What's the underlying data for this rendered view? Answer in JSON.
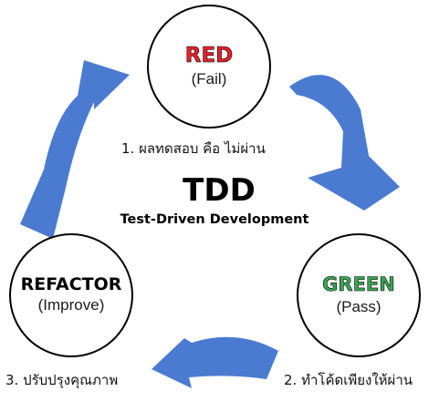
{
  "title": "TDD",
  "subtitle": "Test-Driven Development",
  "stages": {
    "red": {
      "name": "RED",
      "sub": "(Fail)",
      "color": "#e8202a"
    },
    "green": {
      "name": "GREEN",
      "sub": "(Pass)",
      "color": "#3aa655"
    },
    "refactor": {
      "name": "REFACTOR",
      "sub": "(Improve)",
      "color": "#000000"
    }
  },
  "steps": {
    "s1": "1. ผลทดสอบ คือ ไม่ผ่าน",
    "s2": "2. ทำโค้ดเพียงให้ผ่าน",
    "s3": "3. ปรับปรุงคุณภาพ"
  },
  "arrow_color": "#4a7bd0",
  "icons": {
    "cycle_arrows": [
      "arrow-red-to-green-icon",
      "arrow-green-to-refactor-icon",
      "arrow-refactor-to-red-icon"
    ]
  }
}
